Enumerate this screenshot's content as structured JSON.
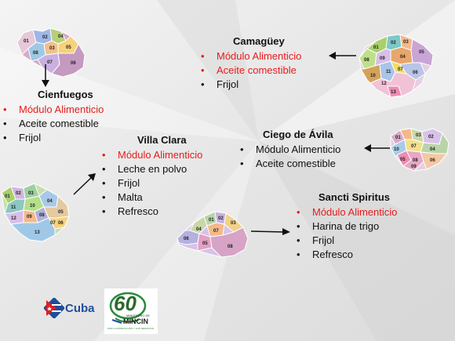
{
  "colors": {
    "highlight": "#e81b1b",
    "text": "#111111",
    "arrow": "#111111",
    "background": "#ececec"
  },
  "provinces": {
    "camaguey": {
      "title": "Camagüey",
      "items": [
        {
          "label": "Módulo Alimenticio",
          "highlight": true
        },
        {
          "label": "Aceite comestible",
          "highlight": true
        },
        {
          "label": "Frijol",
          "highlight": false
        }
      ],
      "municipalities": [
        "01",
        "02",
        "03",
        "04",
        "05",
        "08",
        "09",
        "10",
        "11",
        "07",
        "12",
        "06",
        "13"
      ]
    },
    "cienfuegos": {
      "title": "Cienfuegos",
      "items": [
        {
          "label": "Módulo Alimenticio",
          "highlight": true
        },
        {
          "label": "Aceite comestible",
          "highlight": false
        },
        {
          "label": "Frijol",
          "highlight": false
        }
      ],
      "municipalities": [
        "01",
        "02",
        "04",
        "03",
        "05",
        "08",
        "07",
        "06"
      ]
    },
    "villa_clara": {
      "title": "Villa Clara",
      "items": [
        {
          "label": "Módulo Alimenticio",
          "highlight": true
        },
        {
          "label": "Leche en polvo",
          "highlight": false
        },
        {
          "label": "Frijol",
          "highlight": false
        },
        {
          "label": "Malta",
          "highlight": false
        },
        {
          "label": "Refresco",
          "highlight": false
        }
      ],
      "municipalities": [
        "01",
        "02",
        "03",
        "11",
        "10",
        "04",
        "12",
        "09",
        "08",
        "05",
        "07",
        "06",
        "13"
      ]
    },
    "ciego_de_avila": {
      "title": "Ciego de Ávila",
      "items": [
        {
          "label": "Módulo Alimenticio",
          "highlight": false
        },
        {
          "label": "Aceite comestible",
          "highlight": false
        }
      ],
      "municipalities": [
        "01",
        "03",
        "02",
        "10",
        "07",
        "05",
        "04",
        "08",
        "09",
        "06"
      ]
    },
    "sancti_spiritus": {
      "title": "Sancti Spiritus",
      "items": [
        {
          "label": "Módulo Alimenticio",
          "highlight": true
        },
        {
          "label": "Harina de trigo",
          "highlight": false
        },
        {
          "label": "Frijol",
          "highlight": false
        },
        {
          "label": "Refresco",
          "highlight": false
        }
      ],
      "municipalities": [
        "01",
        "02",
        "04",
        "03",
        "06",
        "07",
        "05",
        "08"
      ]
    }
  },
  "footer": {
    "cuba_label": "Cuba",
    "mincin_number": "60",
    "mincin_label": "MINCIN",
    "mincin_prefix": "MINISTERIO DE",
    "mincin_tagline": "POR LA PRODUCCIÓN Y LOS SERVICIOS"
  }
}
